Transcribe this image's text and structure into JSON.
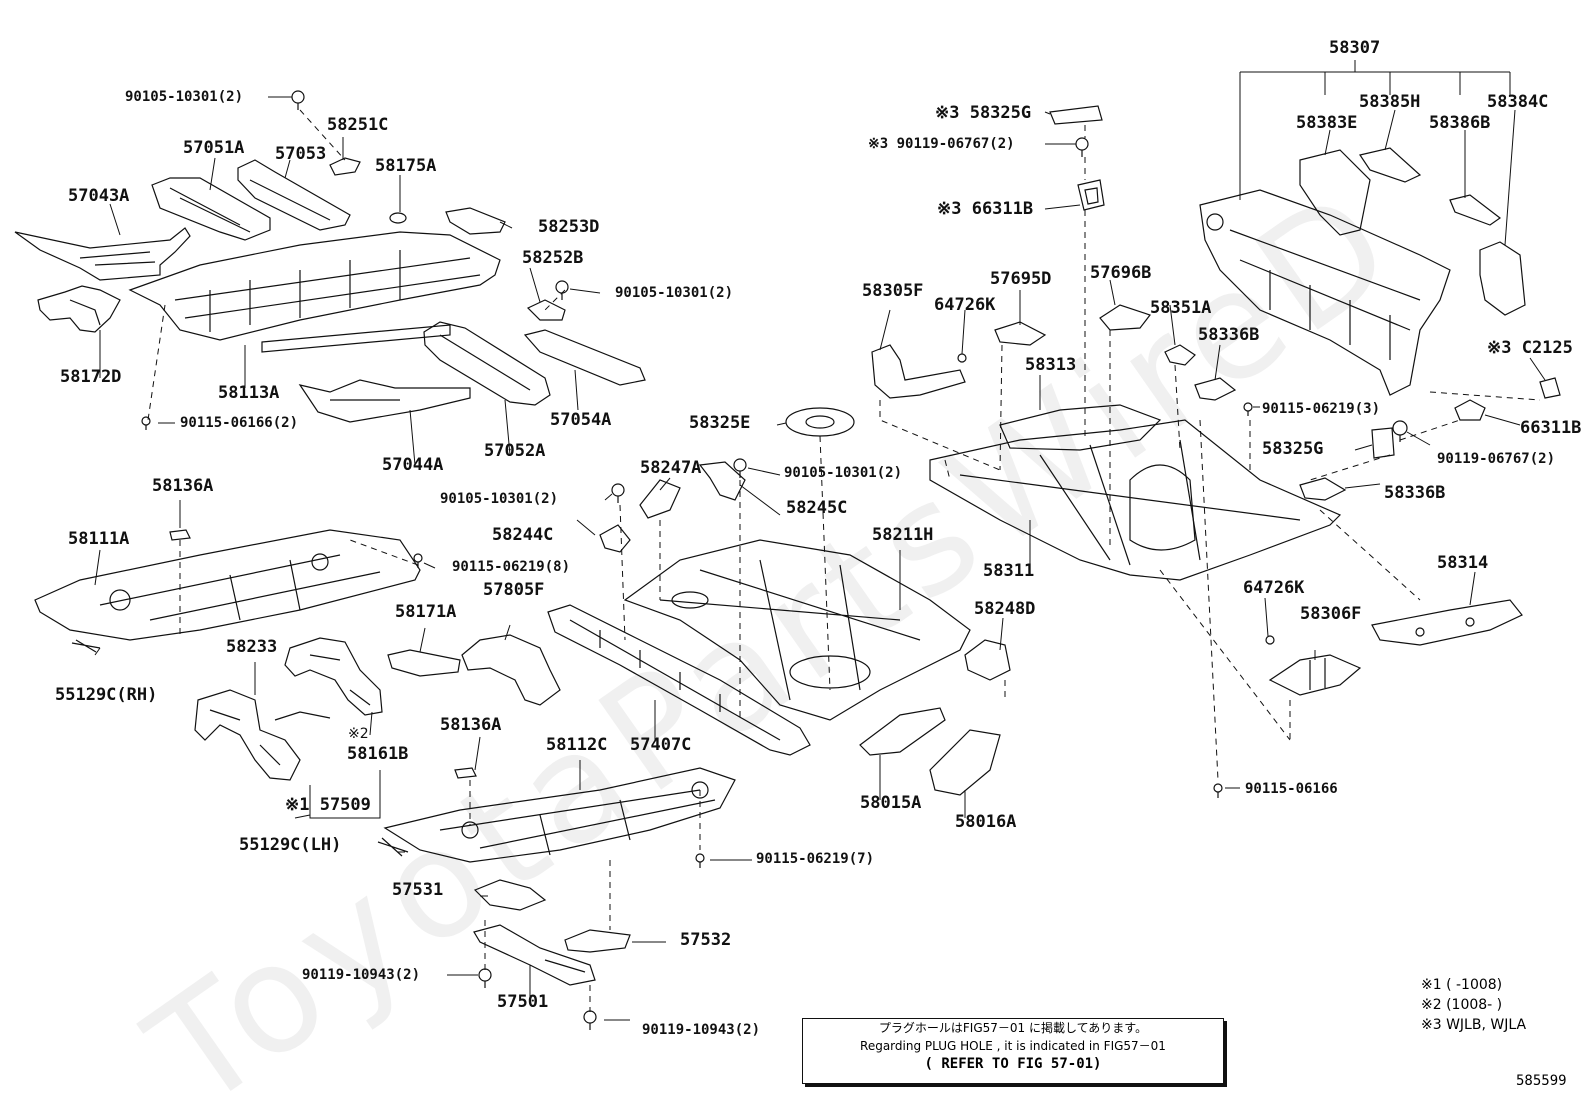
{
  "watermark": "ToyotaPartsWireD",
  "labels": {
    "l58307": "58307",
    "l58385H": "58385H",
    "l58384C": "58384C",
    "l58383E": "58383E",
    "l58386B": "58386B",
    "l58325G_a": "※3 58325G",
    "l90119_a": "※3 90119-06767(2)",
    "l66311B_a": "※3 66311B",
    "lC2125": "※3 C2125",
    "l66311B_b": "66311B",
    "l90119_b": "90119-06767(2)",
    "l58325G_b": "58325G",
    "l90115_3": "90115-06219(3)",
    "l58336B_a": "58336B",
    "l58336B_b": "58336B",
    "l58305F": "58305F",
    "l64726K_a": "64726K",
    "l57695D": "57695D",
    "l57696B": "57696B",
    "l58351A": "58351A",
    "l58313": "58313",
    "l58311": "58311",
    "l58314": "58314",
    "l64726K_b": "64726K",
    "l58306F": "58306F",
    "l90115_06166_r": "90115-06166",
    "l90105_top": "90105-10301(2)",
    "l58251C": "58251C",
    "l57051A": "57051A",
    "l57053": "57053",
    "l58175A": "58175A",
    "l57043A": "57043A",
    "l58253D": "58253D",
    "l58252B": "58252B",
    "l90105_mid": "90105-10301(2)",
    "l58172D": "58172D",
    "l58113A": "58113A",
    "l90115_06166_l": "90115-06166(2)",
    "l57044A": "57044A",
    "l57052A": "57052A",
    "l57054A": "57054A",
    "l58325E": "58325E",
    "l90105_c1": "90105-10301(2)",
    "l90105_c2": "90105-10301(2)",
    "l58247A": "58247A",
    "l58245C": "58245C",
    "l58244C": "58244C",
    "l58211H": "58211H",
    "l58136A_a": "58136A",
    "l58111A": "58111A",
    "l90115_8": "90115-06219(8)",
    "l57805F": "57805F",
    "l58171A": "58171A",
    "l58248D": "58248D",
    "l58233": "58233",
    "l55129C_RH": "55129C(RH)",
    "l58161B_mark": "※2",
    "l58161B": "58161B",
    "l58136A_b": "58136A",
    "l58112C": "58112C",
    "l57407C": "57407C",
    "l58015A": "58015A",
    "l58016A": "58016A",
    "l57509": "※1 57509",
    "l55129C_LH": "55129C(LH)",
    "l90115_7": "90115-06219(7)",
    "l57531": "57531",
    "l57532": "57532",
    "l90119_10943_a": "90119-10943(2)",
    "l57501": "57501",
    "l90119_10943_b": "90119-10943(2)"
  },
  "ref_box": {
    "line1": "プラグホールはFIG57－01 に掲載してあります。",
    "line2": "Regarding PLUG HOLE , it is indicated in FIG57－01",
    "line3": "( REFER TO FIG 57-01)"
  },
  "legend": {
    "l1": "※1 (      -1008)",
    "l2": "※2 (1008-      )",
    "l3": "※3 WJLB, WJLA"
  },
  "figure_id": "585599"
}
